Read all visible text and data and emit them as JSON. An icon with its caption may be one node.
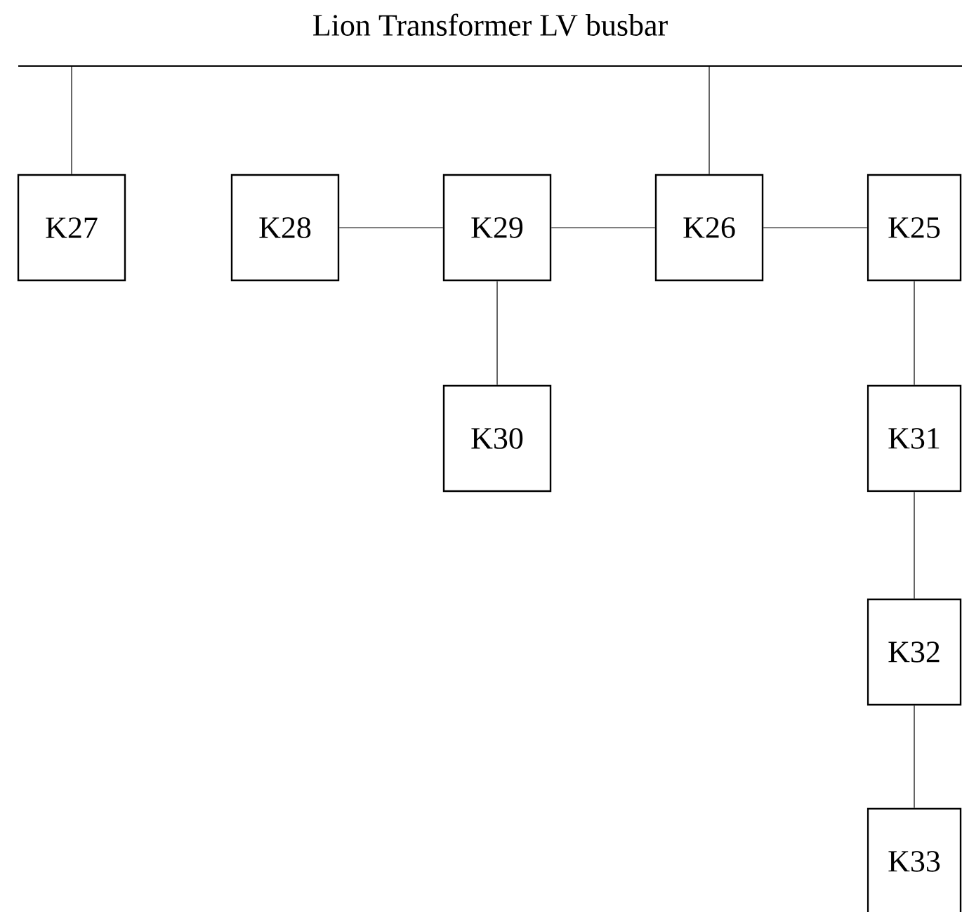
{
  "diagram": {
    "nodes": [
      {
        "text": [
          "Lion Transformer LV busbar"
        ]
      },
      {
        "text": [
          "K27"
        ]
      },
      {
        "text": [
          "K28"
        ]
      },
      {
        "text": [
          "K29"
        ]
      },
      {
        "text": [
          "K26"
        ]
      },
      {
        "text": [
          "K25"
        ]
      },
      {
        "text": [
          "K30"
        ]
      },
      {
        "text": [
          "K31"
        ]
      },
      {
        "text": [
          "K32"
        ]
      },
      {
        "text": [
          "K33"
        ]
      }
    ],
    "edges": [
      {
        "from": 0,
        "to": 1,
        "arrow": "none"
      },
      {
        "from": 0,
        "to": 4,
        "arrow": "none"
      },
      {
        "from": 2,
        "to": 3,
        "arrow": "none"
      },
      {
        "from": 3,
        "to": 4,
        "arrow": "none"
      },
      {
        "from": 4,
        "to": 5,
        "arrow": "none"
      },
      {
        "from": 3,
        "to": 6,
        "arrow": "none"
      },
      {
        "from": 5,
        "to": 7,
        "arrow": "none"
      },
      {
        "from": 7,
        "to": 8,
        "arrow": "none"
      },
      {
        "from": 8,
        "to": 9,
        "arrow": "none"
      }
    ]
  }
}
